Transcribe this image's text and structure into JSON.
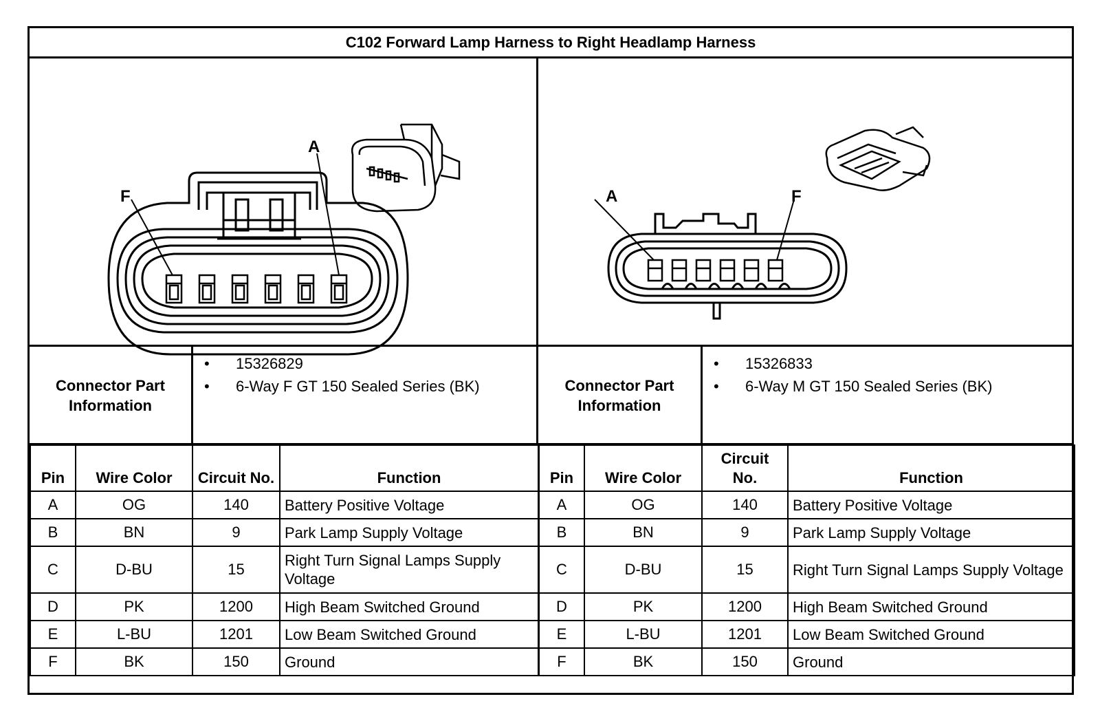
{
  "title": "C102 Forward Lamp Harness to Right Headlamp Harness",
  "left": {
    "diagram": {
      "label_a": "A",
      "label_f": "F"
    },
    "connector_info_label": "Connector Part Information",
    "info": [
      "15326829",
      "6-Way F GT 150 Sealed Series (BK)"
    ]
  },
  "right": {
    "diagram": {
      "label_a": "A",
      "label_f": "F"
    },
    "connector_info_label": "Connector Part Information",
    "info": [
      "15326833",
      "6-Way M GT 150 Sealed Series (BK)"
    ]
  },
  "columns": {
    "pin": "Pin",
    "wire_color": "Wire Color",
    "circuit": "Circuit No.",
    "function": "Function"
  },
  "rows": [
    {
      "pin": "A",
      "wire_color": "OG",
      "circuit": "140",
      "function": "Battery Positive Voltage"
    },
    {
      "pin": "B",
      "wire_color": "BN",
      "circuit": "9",
      "function": "Park Lamp Supply Voltage"
    },
    {
      "pin": "C",
      "wire_color": "D-BU",
      "circuit": "15",
      "function": "Right Turn Signal Lamps Supply Voltage"
    },
    {
      "pin": "D",
      "wire_color": "PK",
      "circuit": "1200",
      "function": "High Beam Switched Ground"
    },
    {
      "pin": "E",
      "wire_color": "L-BU",
      "circuit": "1201",
      "function": "Low Beam Switched Ground"
    },
    {
      "pin": "F",
      "wire_color": "BK",
      "circuit": "150",
      "function": "Ground"
    }
  ]
}
